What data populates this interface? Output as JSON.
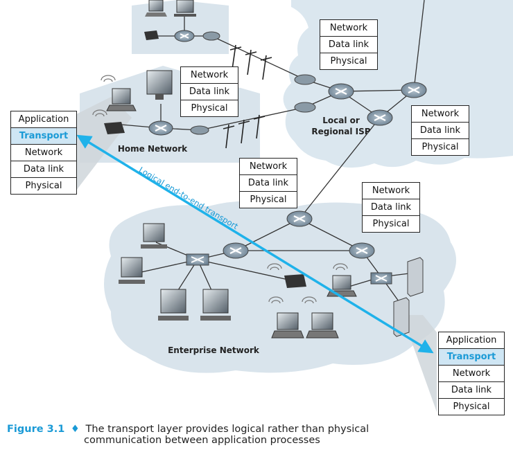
{
  "stacks": {
    "host_left": [
      "Application",
      "Transport",
      "Network",
      "Data link",
      "Physical"
    ],
    "host_right": [
      "Application",
      "Transport",
      "Network",
      "Data link",
      "Physical"
    ],
    "isp_top": [
      "Network",
      "Data link",
      "Physical"
    ],
    "isp_right": [
      "Network",
      "Data link",
      "Physical"
    ],
    "home_router": [
      "Network",
      "Data link",
      "Physical"
    ],
    "enterprise_mid": [
      "Network",
      "Data link",
      "Physical"
    ],
    "enterprise_right": [
      "Network",
      "Data link",
      "Physical"
    ]
  },
  "labels": {
    "home_network": "Home Network",
    "isp_line1": "Local or",
    "isp_line2": "Regional ISP",
    "enterprise_network": "Enterprise Network",
    "logical_transport": "Logical end-to-end transport"
  },
  "caption": {
    "figure_number": "Figure 3.1",
    "separator": "♦",
    "line1": "The transport layer provides logical rather than physical",
    "line2": "communication between application processes"
  },
  "colors": {
    "accent": "#1a9ad6",
    "highlight_bg": "#cfe6f4",
    "cloud": "#dbe7ef"
  }
}
